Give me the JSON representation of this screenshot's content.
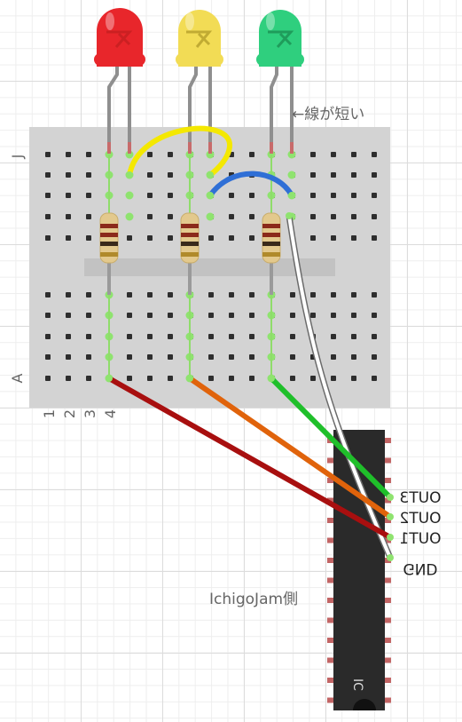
{
  "annotations": {
    "short_lead_note": "←線が短い",
    "ichigojam_side": "IchigoJam側"
  },
  "breadboard": {
    "row_label_top": "J",
    "row_label_bottom": "A",
    "column_labels": [
      "1",
      "2",
      "3",
      "4"
    ]
  },
  "ic": {
    "label": "IC",
    "pins": [
      "OUT3",
      "OUT2",
      "OUT1",
      "GND"
    ]
  },
  "leds": [
    {
      "name": "red",
      "color": "#e8262b"
    },
    {
      "name": "yellow",
      "color": "#f2dc55"
    },
    {
      "name": "green",
      "color": "#2fcf7e"
    }
  ],
  "wire_colors": {
    "yellow": "#f4e800",
    "blue": "#2f6fd6",
    "white": "#ffffff",
    "red": "#a80f0f",
    "orange": "#e0630b",
    "green": "#1fbf2a"
  }
}
